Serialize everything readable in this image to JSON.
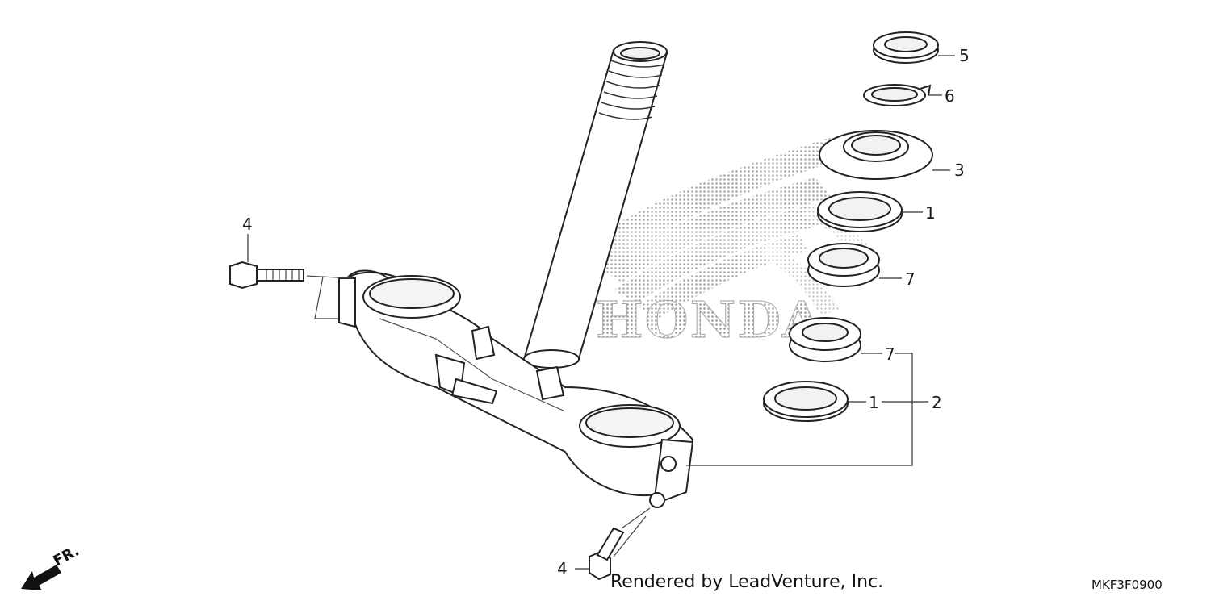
{
  "diagram": {
    "watermark_text": "HONDA",
    "front_marker": "FR.",
    "credit": "Rendered by LeadVenture, Inc.",
    "diagram_code": "MKF3F0900",
    "callouts": [
      {
        "id": "bolt-upper",
        "text": "4"
      },
      {
        "id": "bolt-lower",
        "text": "4"
      },
      {
        "id": "lock-nut",
        "text": "5"
      },
      {
        "id": "lock-washer",
        "text": "6"
      },
      {
        "id": "adjusting-nut",
        "text": "3"
      },
      {
        "id": "upper-race",
        "text": "1"
      },
      {
        "id": "upper-seal",
        "text": "7"
      },
      {
        "id": "lower-seal",
        "text": "7"
      },
      {
        "id": "lower-race",
        "text": "1"
      },
      {
        "id": "bearing-set",
        "text": "2"
      }
    ]
  }
}
